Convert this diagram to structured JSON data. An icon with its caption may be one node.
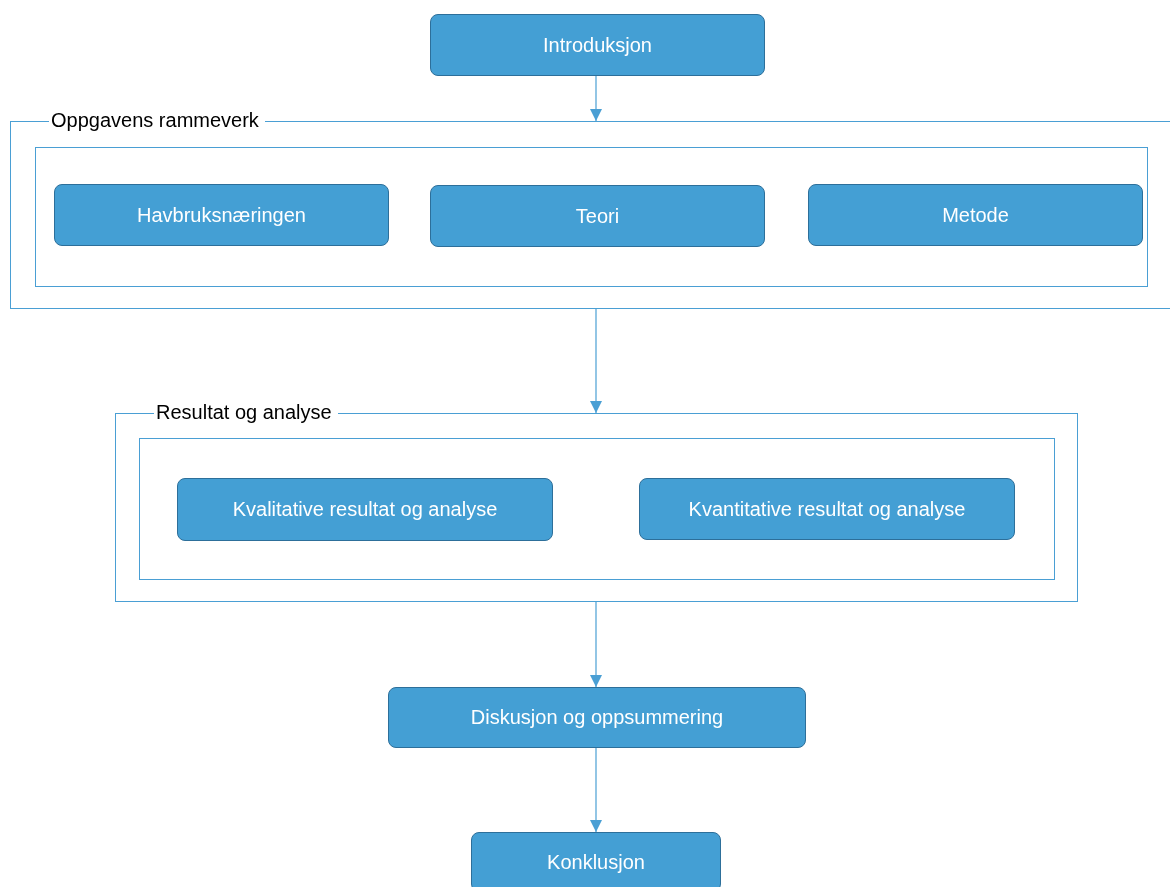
{
  "diagram": {
    "nodes": [
      {
        "text": [
          "Introduksjon"
        ]
      },
      {
        "text": [
          "Oppgavens rammeverk"
        ]
      },
      {
        "text": [],
        "shape": "box",
        "in": 1
      },
      {
        "text": [
          "Havbruksnæringen"
        ],
        "in": 2
      },
      {
        "text": [
          "Teori"
        ],
        "in": 2
      },
      {
        "text": [
          "Metode"
        ],
        "in": 2
      },
      {
        "text": [
          "Resultat og analyse"
        ]
      },
      {
        "text": [],
        "shape": "box",
        "in": 6
      },
      {
        "text": [
          "Kvalitative resultat og analyse"
        ],
        "in": 7
      },
      {
        "text": [
          "Kvantitative resultat og analyse"
        ],
        "in": 7
      },
      {
        "text": [
          "Diskusjon og oppsummering"
        ]
      },
      {
        "text": [
          "Konklusjon"
        ]
      }
    ],
    "edges": [
      {
        "from": 0,
        "to": 1,
        "arrow": "to"
      },
      {
        "from": 1,
        "to": 6,
        "arrow": "to"
      },
      {
        "from": 6,
        "to": 10,
        "arrow": "to"
      },
      {
        "from": 10,
        "to": 11,
        "arrow": "to"
      }
    ]
  }
}
